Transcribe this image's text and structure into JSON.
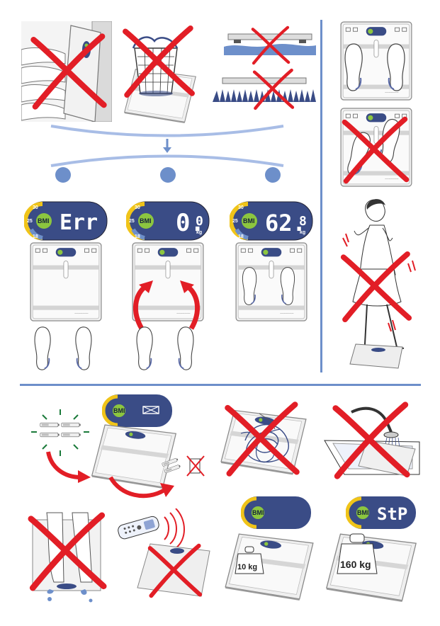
{
  "colors": {
    "divider": "#6d8fca",
    "arc": "#a8bde6",
    "cross": "#e21e26",
    "lcd": "#3a4c86",
    "bmi_green": "#8cc63f"
  },
  "icons": {
    "cross": "red-cross-icon",
    "down_arrow": "down-arrow-icon",
    "step_dot": "step-dot-icon"
  },
  "displays": {
    "bmi_label": "BMI",
    "gauge_top": "30",
    "gauge_mid": "25",
    "gauge_bottom": "18",
    "err": "Err",
    "zero_main": "0.",
    "zero_dec": "0",
    "weight_main": "62.",
    "weight_dec": "8",
    "unit": "kg",
    "stop": "StP"
  },
  "weights": {
    "small": "10 kg",
    "large": "160 kg"
  }
}
